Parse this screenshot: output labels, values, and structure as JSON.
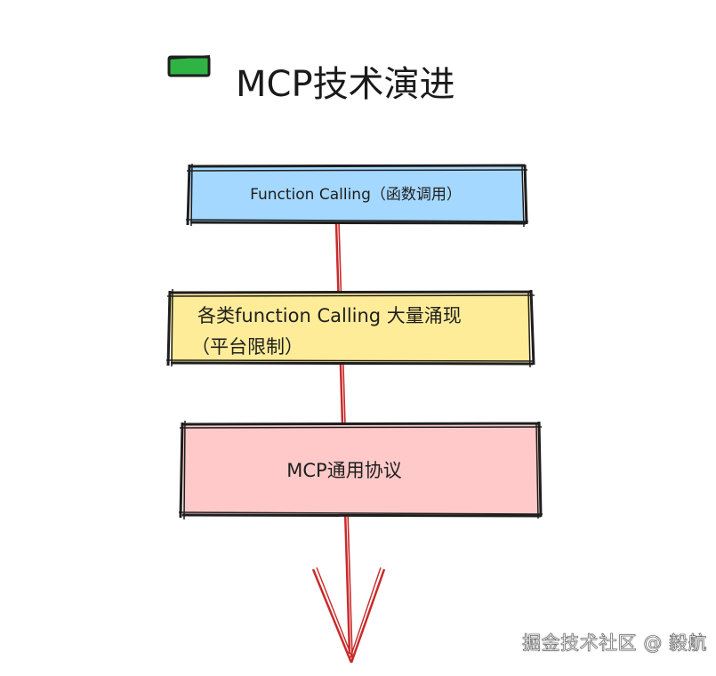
{
  "title": "MCP技术演进",
  "steps": [
    {
      "label": "Function Calling（函数调用）",
      "color": "#a5d8ff"
    },
    {
      "label_line1": "各类function Calling 大量涌现",
      "label_line2": "（平台限制）",
      "color": "#ffec99"
    },
    {
      "label": "MCP通用协议",
      "color": "#ffc9c9"
    }
  ],
  "colors": {
    "title_marker": "#2fb344",
    "arrow": "#c92a2a",
    "stroke": "#1e1e1e"
  },
  "watermark": "掘金技术社区 @ 毅航"
}
